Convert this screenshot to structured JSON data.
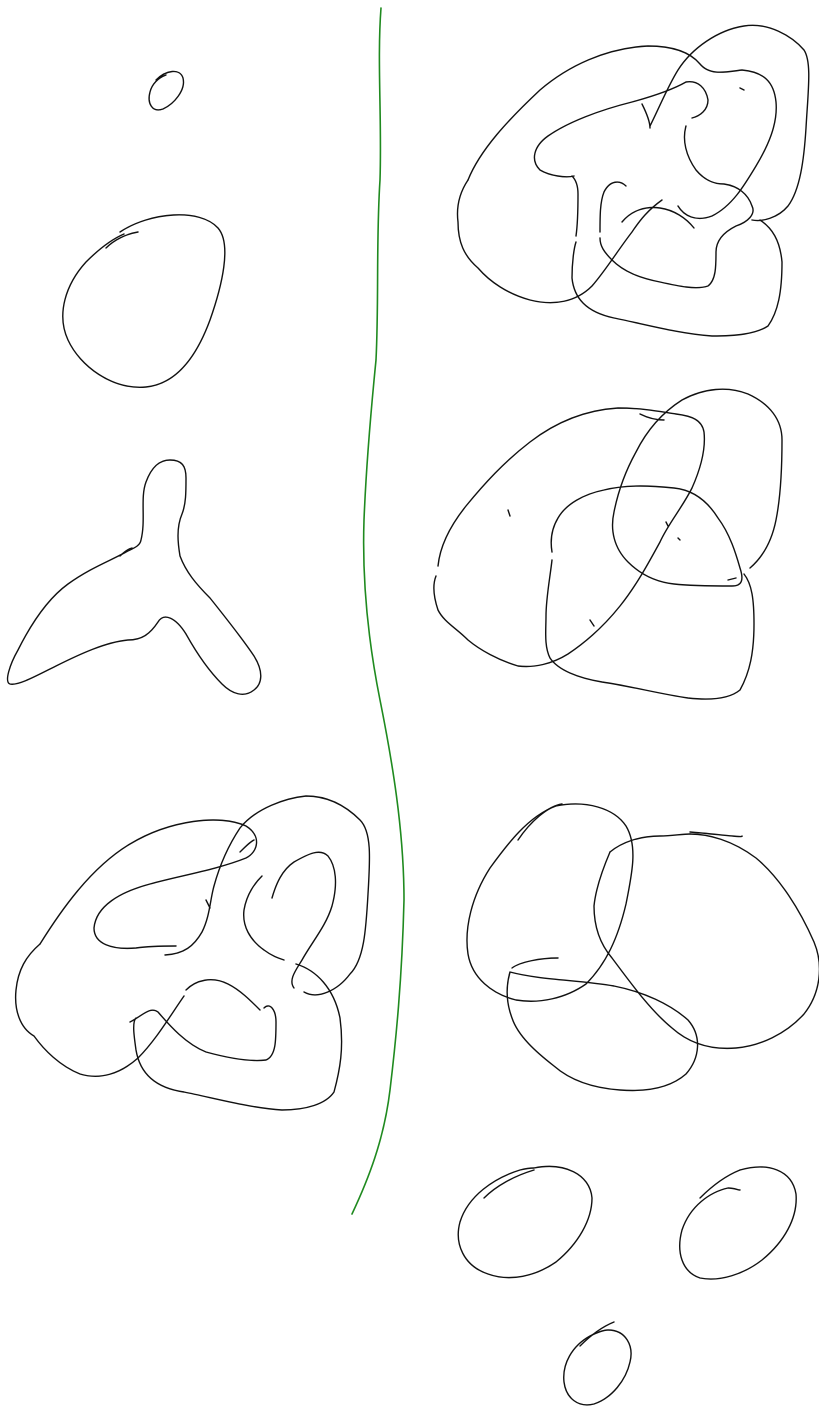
{
  "canvas": {
    "background": "#ffffff",
    "ink_color": "#111111",
    "divider_color": "#1f8a1f"
  },
  "sketch": {
    "left_column": [
      "tiny-loop",
      "round-loop",
      "tripod-shape",
      "three-lobe-knot"
    ],
    "right_column": [
      "knot-1",
      "knot-2",
      "unlink-2",
      "unlink-3"
    ],
    "separator": "green-divider-line"
  }
}
